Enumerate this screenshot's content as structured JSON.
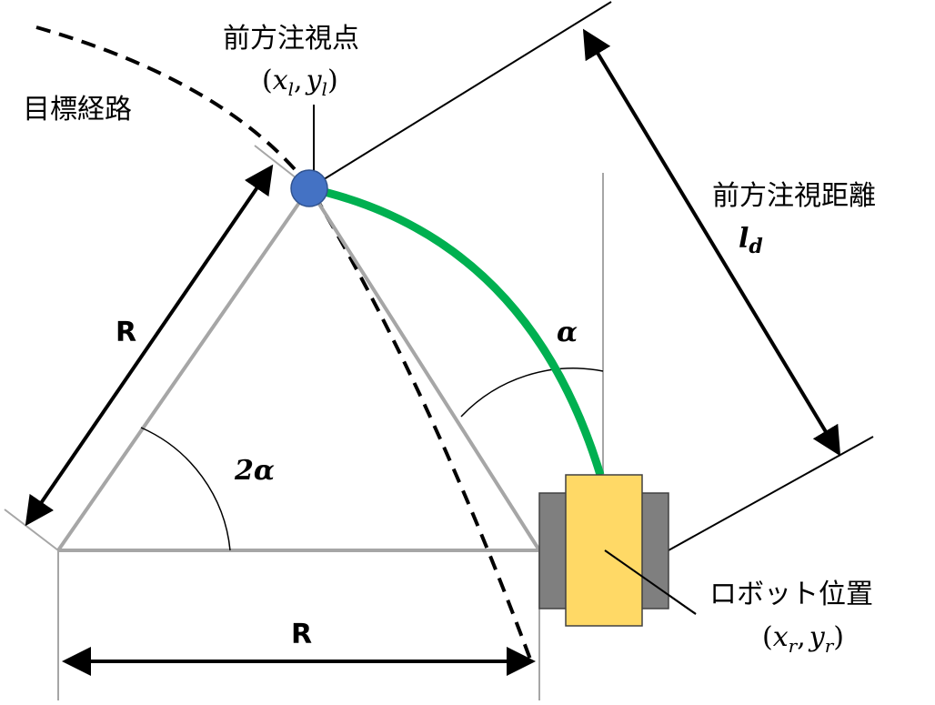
{
  "labels": {
    "lookahead_point": "前方注視点",
    "lookahead_coord_open": "(",
    "lookahead_x": "x",
    "lookahead_x_sub": "l",
    "lookahead_sep": ",",
    "lookahead_y": "y",
    "lookahead_y_sub": "l",
    "lookahead_coord_close": ")",
    "target_path": "目標経路",
    "lookahead_distance": "前方注視距離",
    "ld_main": "l",
    "ld_sub": "d",
    "alpha": "α",
    "two_alpha": "2α",
    "radius_left": "R",
    "radius_bottom": "R",
    "robot_position": "ロボット位置",
    "robot_coord_open": "(",
    "robot_x": "x",
    "robot_x_sub": "r",
    "robot_sep": ",",
    "robot_y": "y",
    "robot_y_sub": "r",
    "robot_coord_close": ")"
  },
  "colors": {
    "lookahead_point": "#4472c4",
    "arc": "#00b050",
    "triangle": "#a6a6a6",
    "robot_body": "#ffd966",
    "robot_wheels": "#7f7f7f",
    "line": "#000000"
  }
}
